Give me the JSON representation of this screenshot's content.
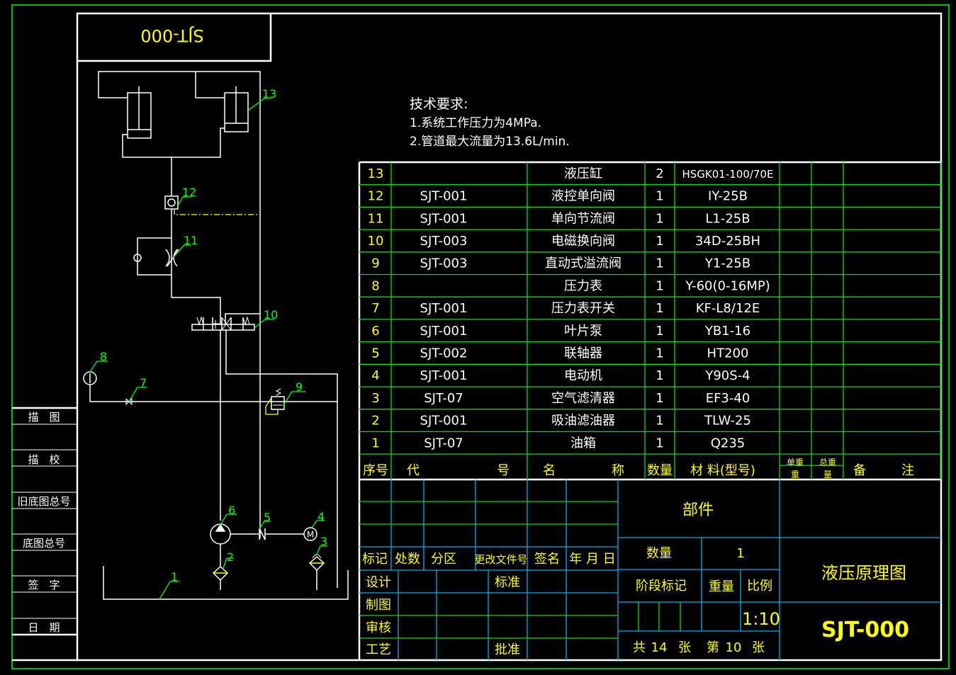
{
  "drawing": {
    "title_box_mirrored": "SJT-000",
    "colors": {
      "background": "#000000",
      "frame_outer": "#00ff00",
      "frame_inner": "#ffffff",
      "grid_green": "#00e000",
      "grid_blue": "#00aeef",
      "text_white": "#ffffff",
      "text_yellow": "#ffff00",
      "leader_green": "#00ff00",
      "pilot_yellow": "#ffff00"
    }
  },
  "tech_requirements": {
    "heading": "技术要求:",
    "items": [
      "1.系统工作压力为4MPa.",
      "2.管道最大流量为13.6L/min."
    ]
  },
  "side_strip": {
    "labels": [
      "描　图",
      "描　校",
      "旧底图总号",
      "底图总号",
      "签　字",
      "日　期"
    ]
  },
  "schematic": {
    "callouts": [
      "1",
      "2",
      "3",
      "4",
      "5",
      "6",
      "7",
      "8",
      "9",
      "10",
      "11",
      "12",
      "13"
    ],
    "symbols": {
      "tank": "oil-tank",
      "suction_filter": "filter",
      "air_filter": "air-breather",
      "motor": "M",
      "coupling": "coupling",
      "pump": "pump",
      "gauge_switch": "gauge-switch",
      "pressure_gauge": "pressure-gauge",
      "relief_valve": "relief-valve",
      "solenoid_valve": "4-way-solenoid-valve",
      "throttle_check": "one-way-throttle-valve",
      "pilot_check": "pilot-check-valve",
      "cylinders": "hydraulic-cylinder"
    }
  },
  "bom": {
    "header": {
      "seq": "序号",
      "code_a": "代",
      "code_b": "号",
      "name_a": "名",
      "name_b": "称",
      "qty": "数量",
      "material": "材 料(型号)",
      "unit_weight_top": "单重",
      "unit_weight_bottom": "重",
      "total_weight_top": "总重",
      "total_weight_bottom": "量",
      "remark_a": "备",
      "remark_b": "注"
    },
    "rows": [
      {
        "seq": "13",
        "code": "",
        "name": "液压缸",
        "qty": "2",
        "material": "HSGK01-100/70E"
      },
      {
        "seq": "12",
        "code": "SJT-001",
        "name": "液控单向阀",
        "qty": "1",
        "material": "IY-25B"
      },
      {
        "seq": "11",
        "code": "SJT-001",
        "name": "单向节流阀",
        "qty": "1",
        "material": "L1-25B"
      },
      {
        "seq": "10",
        "code": "SJT-003",
        "name": "电磁换向阀",
        "qty": "1",
        "material": "34D-25BH"
      },
      {
        "seq": "9",
        "code": "SJT-003",
        "name": "直动式溢流阀",
        "qty": "1",
        "material": "Y1-25B"
      },
      {
        "seq": "8",
        "code": "",
        "name": "压力表",
        "qty": "1",
        "material": "Y-60(0-16MP)"
      },
      {
        "seq": "7",
        "code": "SJT-001",
        "name": "压力表开关",
        "qty": "1",
        "material": "KF-L8/12E"
      },
      {
        "seq": "6",
        "code": "SJT-001",
        "name": "叶片泵",
        "qty": "1",
        "material": "YB1-16"
      },
      {
        "seq": "5",
        "code": "SJT-002",
        "name": "联轴器",
        "qty": "1",
        "material": "HT200"
      },
      {
        "seq": "4",
        "code": "SJT-001",
        "name": "电动机",
        "qty": "1",
        "material": "Y90S-4"
      },
      {
        "seq": "3",
        "code": "SJT-07",
        "name": "空气滤清器",
        "qty": "1",
        "material": "EF3-40"
      },
      {
        "seq": "2",
        "code": "SJT-001",
        "name": "吸油滤油器",
        "qty": "1",
        "material": "TLW-25"
      },
      {
        "seq": "1",
        "code": "SJT-07",
        "name": "油箱",
        "qty": "1",
        "material": "Q235"
      }
    ]
  },
  "title_block": {
    "rev_header": [
      "标记",
      "处数",
      "分区",
      "更改文件号",
      "签名",
      "年 月 日"
    ],
    "roles": {
      "design": "设计",
      "standard": "标准",
      "drawing": "制图",
      "review": "审核",
      "process": "工艺",
      "approve": "批准"
    },
    "part_label": "部件",
    "qty_label": "数量",
    "qty_value": "1",
    "stage_label": "阶段标记",
    "weight_label": "重量",
    "scale_label": "比例",
    "scale_value": "1:10",
    "sheets": {
      "total_prefix": "共",
      "total": "14",
      "unit": "张",
      "current_prefix": "第",
      "current": "10"
    },
    "drawing_name": "液压原理图",
    "drawing_number": "SJT-000"
  }
}
